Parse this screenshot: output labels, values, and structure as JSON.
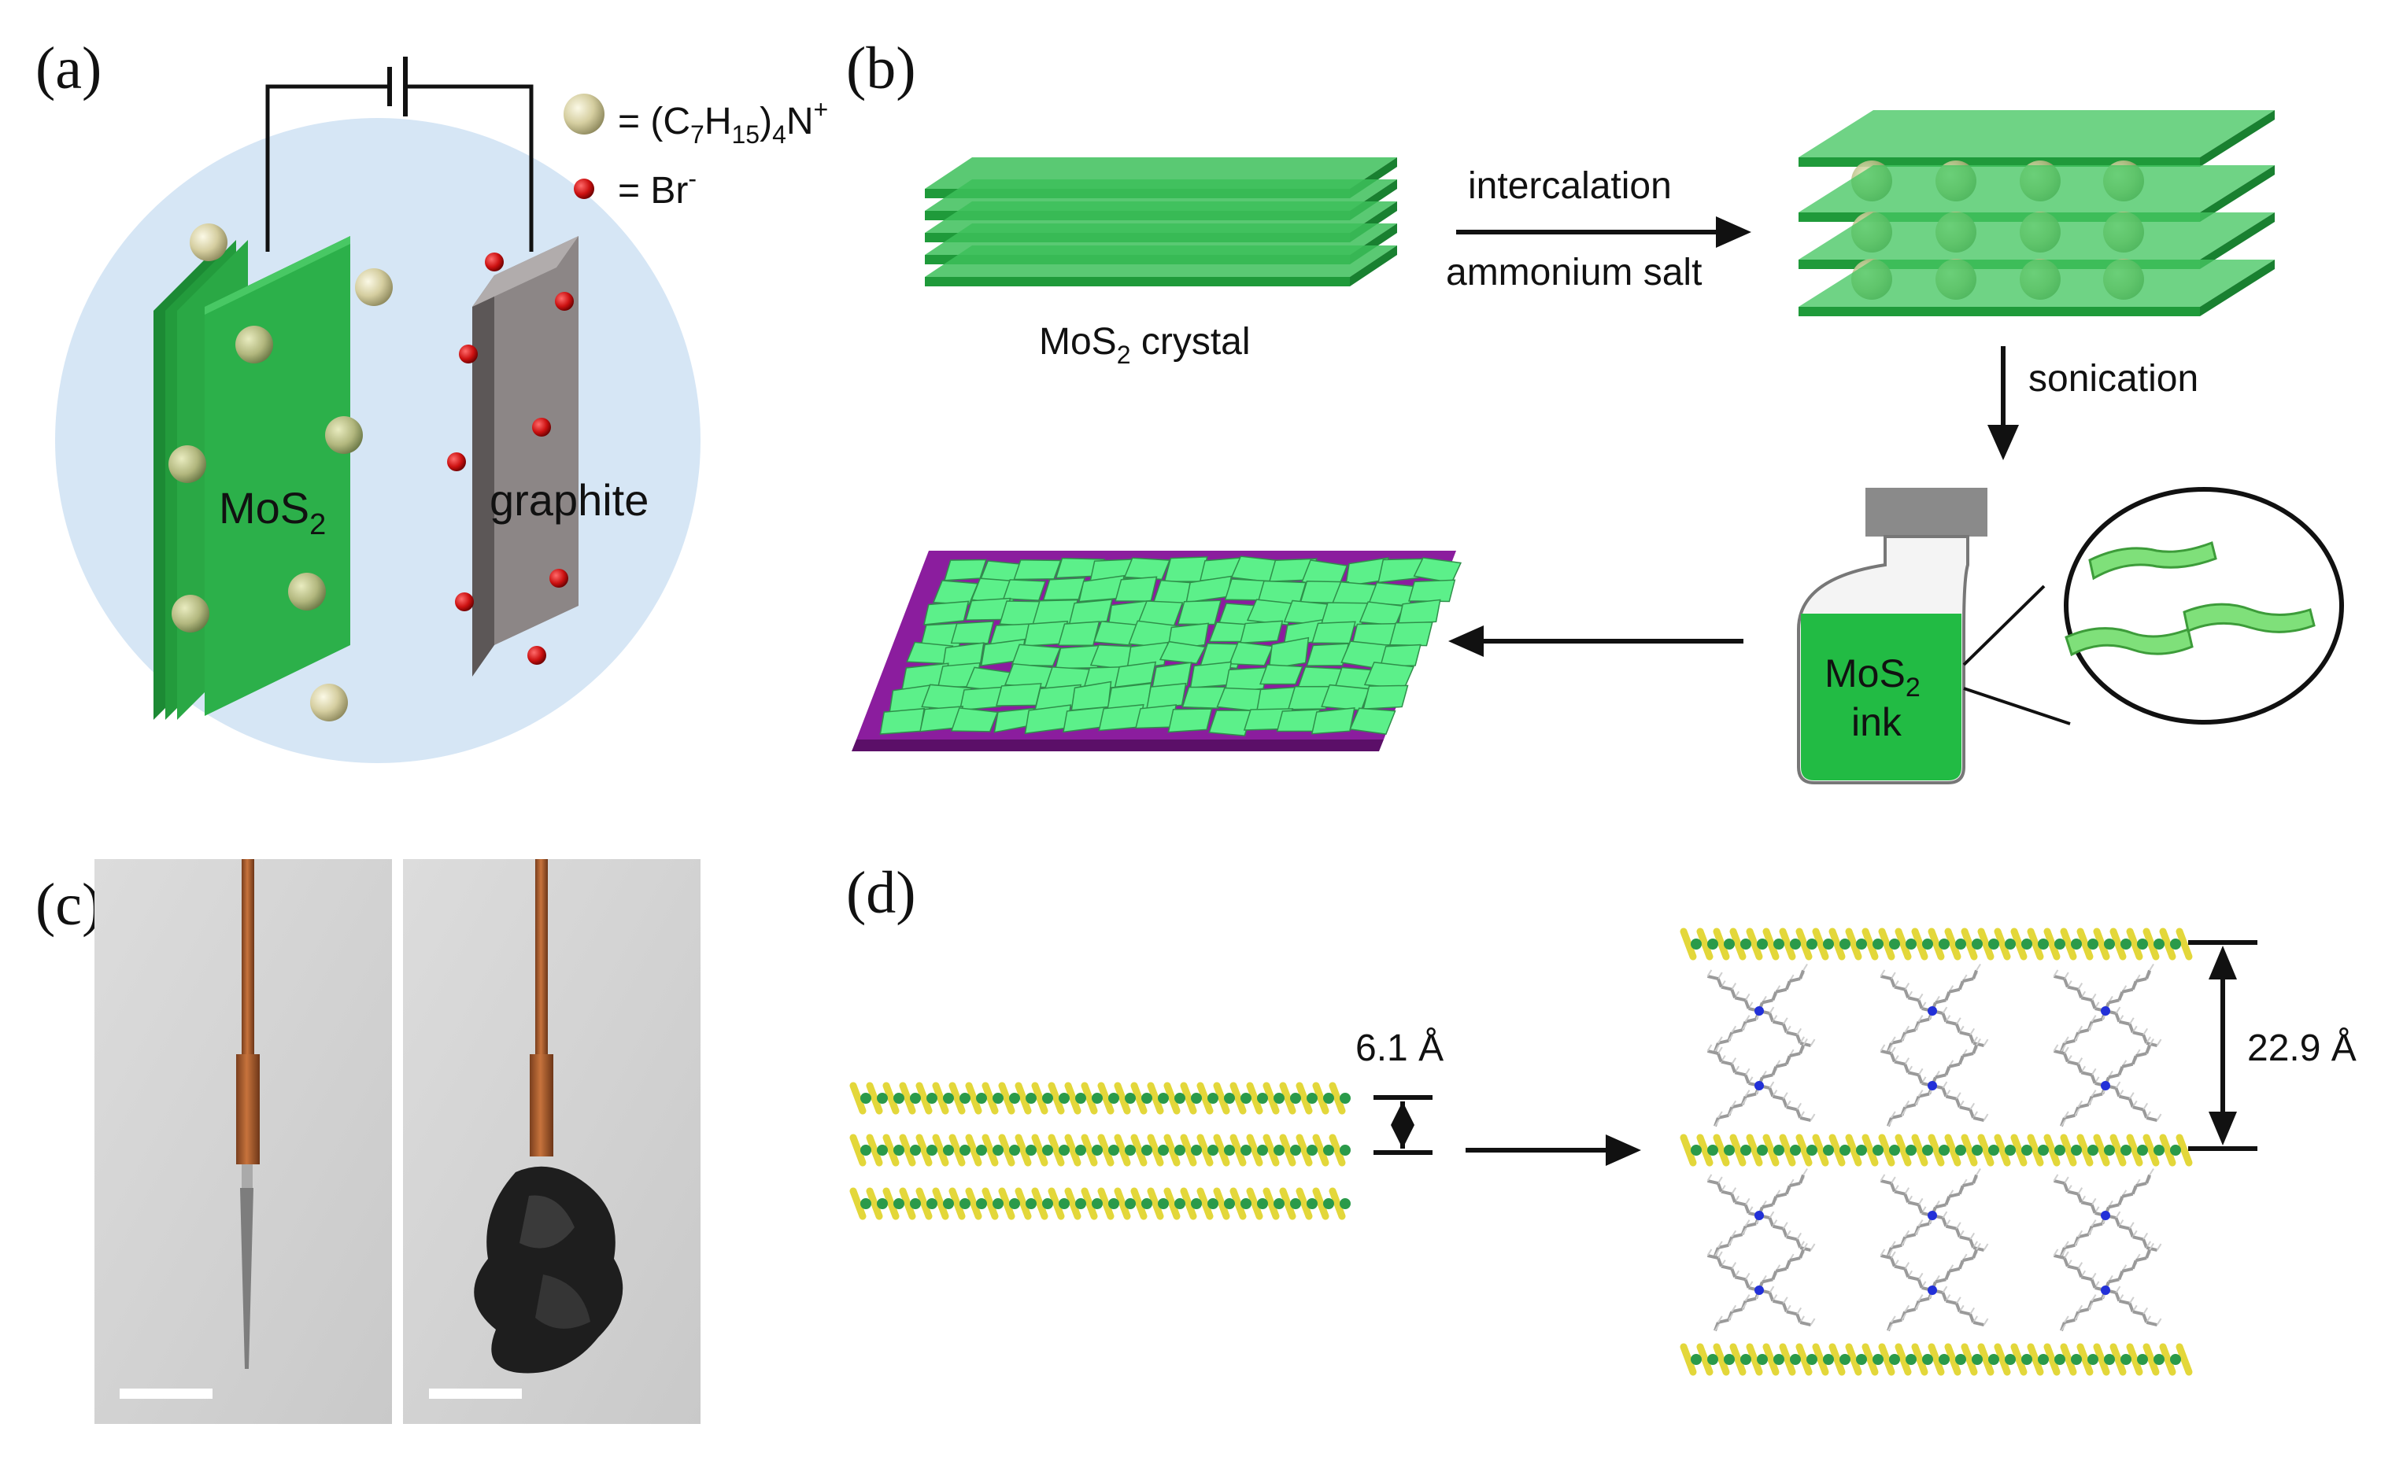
{
  "panels": {
    "a": {
      "letter": "(a)",
      "legend_cation_prefix": "= (C",
      "legend_cation_s1": "7",
      "legend_cation_mid": "H",
      "legend_cation_s2": "15",
      "legend_cation_close": ")",
      "legend_cation_s3": "4",
      "legend_cation_end": "N",
      "legend_cation_sup": "+",
      "legend_anion": "= Br",
      "legend_anion_sup": "-",
      "mos2_label": "MoS",
      "mos2_sub": "2",
      "graphite_label": "graphite"
    },
    "b": {
      "letter": "(b)",
      "crystal_label": "MoS",
      "crystal_sub": "2",
      "crystal_suffix": " crystal",
      "arrow1_top": "intercalation",
      "arrow1_bottom": "ammonium salt",
      "arrow2_label": "sonication",
      "ink_line1": "MoS",
      "ink_sub": "2",
      "ink_line2": "ink"
    },
    "c": {
      "letter": "(c)"
    },
    "d": {
      "letter": "(d)",
      "spacing_small": "6.1 Å",
      "spacing_large": "22.9 Å"
    }
  },
  "colors": {
    "green_dark": "#1f9a3a",
    "green_mid": "#2fb24d",
    "green_light": "#57d96e",
    "flake_green": "#5cf08a",
    "purple": "#8b1d9e",
    "graphite": "#8a8484",
    "circle_bg": "#d6e6f5",
    "bead": "#d8d2a6",
    "red_ion": "#cc1111",
    "yellow_s": "#e3d73a",
    "vial_green": "#22bb44",
    "cap_gray": "#888888"
  }
}
